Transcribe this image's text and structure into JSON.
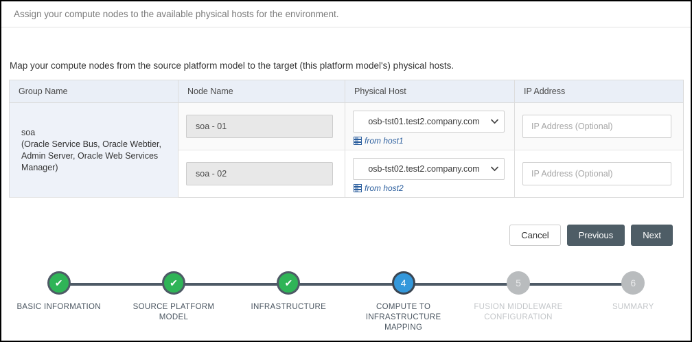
{
  "header": {
    "instruction": "Assign your compute nodes to the available physical hosts for the environment."
  },
  "main": {
    "sub_instruction": "Map your compute nodes from the source platform model to the target (this platform model's) physical hosts.",
    "table": {
      "columns": [
        "Group Name",
        "Node Name",
        "Physical Host",
        "IP Address"
      ],
      "group": {
        "name": "soa",
        "components": "(Oracle Service Bus, Oracle Webtier, Admin Server, Oracle Web Services Manager)"
      },
      "rows": [
        {
          "node_name": "soa - 01",
          "physical_host": "osb-tst01.test2.company.com",
          "from_host_label": "from host1",
          "from_host_icon": "server-icon",
          "ip_value": "",
          "ip_placeholder": "IP Address (Optional)"
        },
        {
          "node_name": "soa - 02",
          "physical_host": "osb-tst02.test2.company.com",
          "from_host_label": "from host2",
          "from_host_icon": "server-icon",
          "ip_value": "",
          "ip_placeholder": "IP Address (Optional)"
        }
      ]
    }
  },
  "actions": {
    "cancel": "Cancel",
    "previous": "Previous",
    "next": "Next"
  },
  "stepper": {
    "current_step": 4,
    "steps": [
      {
        "number": "1",
        "label": "BASIC INFORMATION",
        "state": "done",
        "glyph": "✔"
      },
      {
        "number": "2",
        "label": "SOURCE PLATFORM MODEL",
        "state": "done",
        "glyph": "✔"
      },
      {
        "number": "3",
        "label": "INFRASTRUCTURE",
        "state": "done",
        "glyph": "✔"
      },
      {
        "number": "4",
        "label": "COMPUTE TO INFRASTRUCTURE MAPPING",
        "state": "active",
        "glyph": "4"
      },
      {
        "number": "5",
        "label": "FUSION MIDDLEWARE CONFIGURATION",
        "state": "todo",
        "glyph": "5"
      },
      {
        "number": "6",
        "label": "SUMMARY",
        "state": "todo",
        "glyph": "6"
      }
    ]
  },
  "colors": {
    "done_green": "#2fb457",
    "active_blue": "#3498db",
    "todo_gray": "#b9bcbe",
    "track": "#4e5a66",
    "button_dark": "#4e5d66",
    "header_bg": "#eaeff7",
    "group_bg": "#eef2f9",
    "link_blue": "#2c5f9e"
  }
}
